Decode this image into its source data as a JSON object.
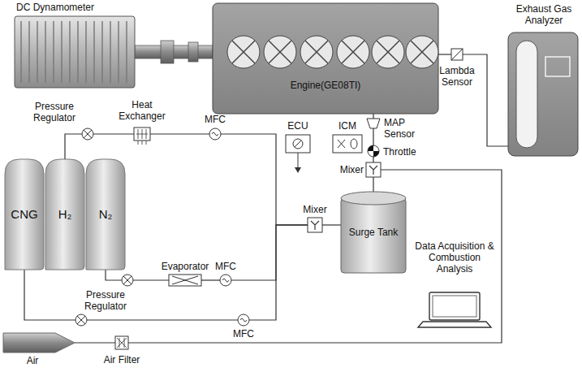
{
  "diagram": {
    "nodes": [
      {
        "text": [
          "DC Dynamometer"
        ]
      },
      {
        "text": [
          "Engine(GE08TI)"
        ]
      },
      {
        "text": [
          "Lambda Sensor"
        ]
      },
      {
        "text": [
          "Exhaust Gas Analyzer"
        ]
      },
      {
        "text": [
          "Pressure Regulator"
        ]
      },
      {
        "text": [
          "Heat Exchanger"
        ]
      },
      {
        "text": [
          "MFC"
        ]
      },
      {
        "text": [
          "ECU"
        ]
      },
      {
        "text": [
          "ICM"
        ]
      },
      {
        "text": [
          "MAP Sensor"
        ]
      },
      {
        "text": [
          "Throttle"
        ]
      },
      {
        "text": [
          "Mixer"
        ]
      },
      {
        "text": [
          "CNG"
        ]
      },
      {
        "text": [
          "H₂"
        ]
      },
      {
        "text": [
          "N₂"
        ]
      },
      {
        "text": [
          "Mixer"
        ]
      },
      {
        "text": [
          "Surge Tank"
        ]
      },
      {
        "text": [
          "Evaporator"
        ]
      },
      {
        "text": [
          "MFC"
        ]
      },
      {
        "text": [
          "Data Acquisition & Combustion Analysis"
        ]
      },
      {
        "text": [
          "Pressure Regulator"
        ]
      },
      {
        "text": [
          "MFC"
        ]
      },
      {
        "text": [
          "Air"
        ]
      },
      {
        "text": [
          "Air Filter"
        ]
      }
    ],
    "edges": [
      {
        "from": 0,
        "to": 1,
        "arrow": "none"
      },
      {
        "from": 1,
        "to": 2,
        "arrow": "none"
      },
      {
        "from": 2,
        "to": 3,
        "arrow": "none"
      },
      {
        "from": 13,
        "to": 4,
        "arrow": "none"
      },
      {
        "from": 4,
        "to": 5,
        "arrow": "none"
      },
      {
        "from": 5,
        "to": 6,
        "arrow": "none"
      },
      {
        "from": 6,
        "to": 15,
        "arrow": "none"
      },
      {
        "from": 14,
        "to": 17,
        "arrow": "none"
      },
      {
        "from": 17,
        "to": 18,
        "arrow": "none"
      },
      {
        "from": 18,
        "to": 15,
        "arrow": "none"
      },
      {
        "from": 12,
        "to": 20,
        "arrow": "none"
      },
      {
        "from": 20,
        "to": 21,
        "arrow": "none"
      },
      {
        "from": 21,
        "to": 15,
        "arrow": "none"
      },
      {
        "from": 15,
        "to": 16,
        "arrow": "none"
      },
      {
        "from": 16,
        "to": 11,
        "arrow": "none"
      },
      {
        "from": 11,
        "to": 10,
        "arrow": "none"
      },
      {
        "from": 10,
        "to": 9,
        "arrow": "none"
      },
      {
        "from": 9,
        "to": 1,
        "arrow": "none"
      },
      {
        "from": 22,
        "to": 23,
        "arrow": "none"
      },
      {
        "from": 23,
        "to": 11,
        "arrow": "none"
      }
    ]
  }
}
